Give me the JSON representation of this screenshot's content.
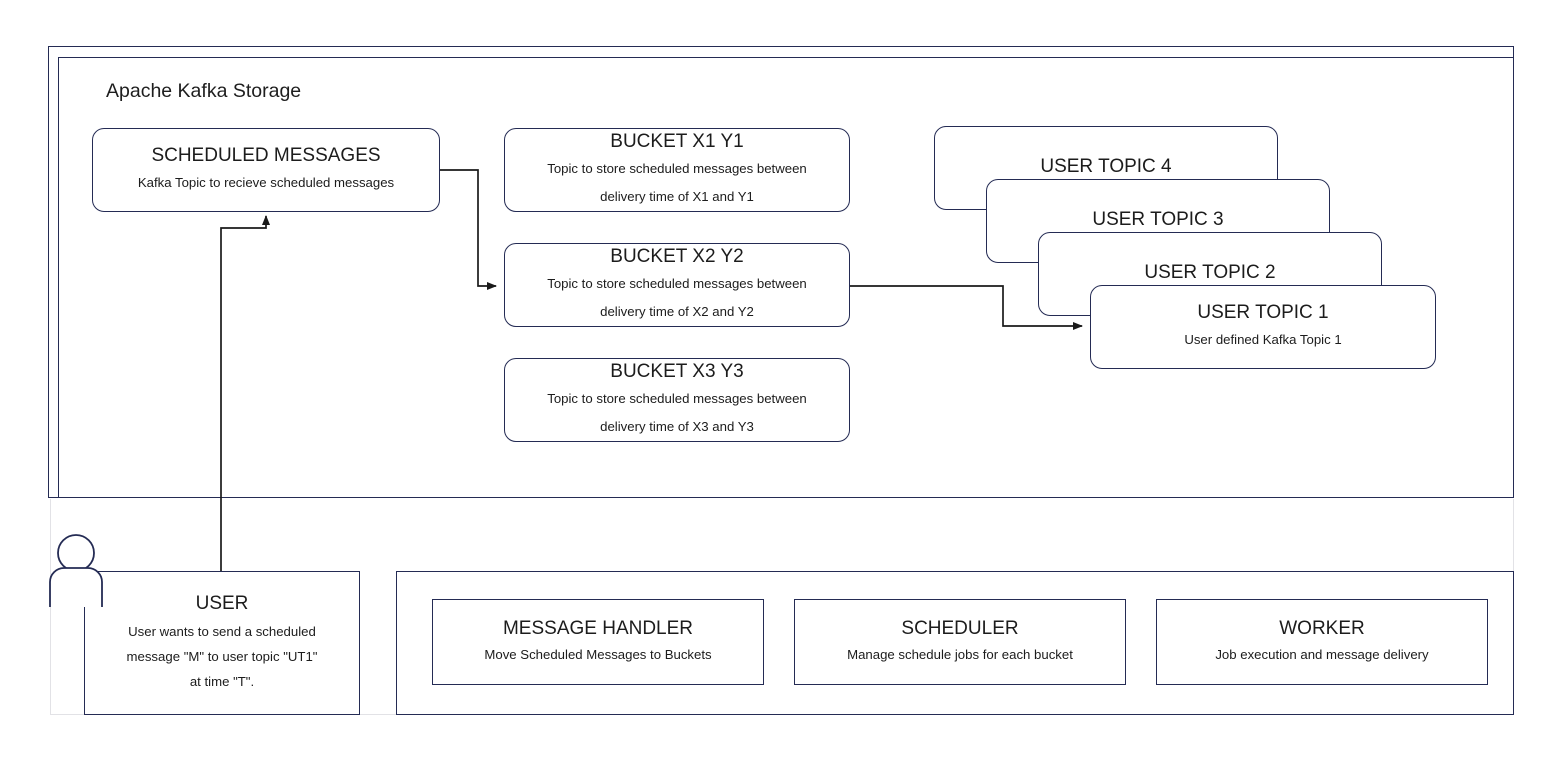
{
  "diagram": {
    "title": "Apache Kafka Storage",
    "kafka_storage": {
      "label": "Apache Kafka Storage",
      "scheduled_messages": {
        "title": "SCHEDULED MESSAGES",
        "subtitle": "Kafka Topic to recieve scheduled messages"
      },
      "buckets": [
        {
          "title": "BUCKET X1 Y1",
          "subtitle_line1": "Topic to store scheduled messages between",
          "subtitle_line2": "delivery time of X1 and Y1"
        },
        {
          "title": "BUCKET X2 Y2",
          "subtitle_line1": "Topic to store scheduled messages between",
          "subtitle_line2": "delivery time of X2 and Y2"
        },
        {
          "title": "BUCKET X3 Y3",
          "subtitle_line1": "Topic to store scheduled messages between",
          "subtitle_line2": "delivery time of X3 and Y3"
        }
      ],
      "user_topics": [
        {
          "title": "USER TOPIC 4",
          "subtitle": ""
        },
        {
          "title": "USER TOPIC 3",
          "subtitle": ""
        },
        {
          "title": "USER TOPIC 2",
          "subtitle": ""
        },
        {
          "title": "USER TOPIC 1",
          "subtitle": "User defined Kafka Topic 1"
        }
      ]
    },
    "user": {
      "title": "USER",
      "line1": "User wants to send a scheduled",
      "line2": "message \"M\" to user topic \"UT1\"",
      "line3": "at time \"T\"."
    },
    "services": [
      {
        "title": "MESSAGE HANDLER",
        "subtitle": "Move Scheduled Messages to Buckets"
      },
      {
        "title": "SCHEDULER",
        "subtitle": "Manage schedule jobs for each bucket"
      },
      {
        "title": "WORKER",
        "subtitle": "Job execution and message delivery"
      }
    ],
    "colors": {
      "border": "#242b54",
      "arrow": "#1a1a1a",
      "background": "#ffffff",
      "region_border": "#e2e2e6"
    },
    "edges": [
      {
        "from": "USER",
        "to": "SCHEDULED MESSAGES"
      },
      {
        "from": "SCHEDULED MESSAGES",
        "to": "BUCKET X2 Y2"
      },
      {
        "from": "BUCKET X2 Y2",
        "to": "USER TOPIC 1"
      }
    ]
  }
}
